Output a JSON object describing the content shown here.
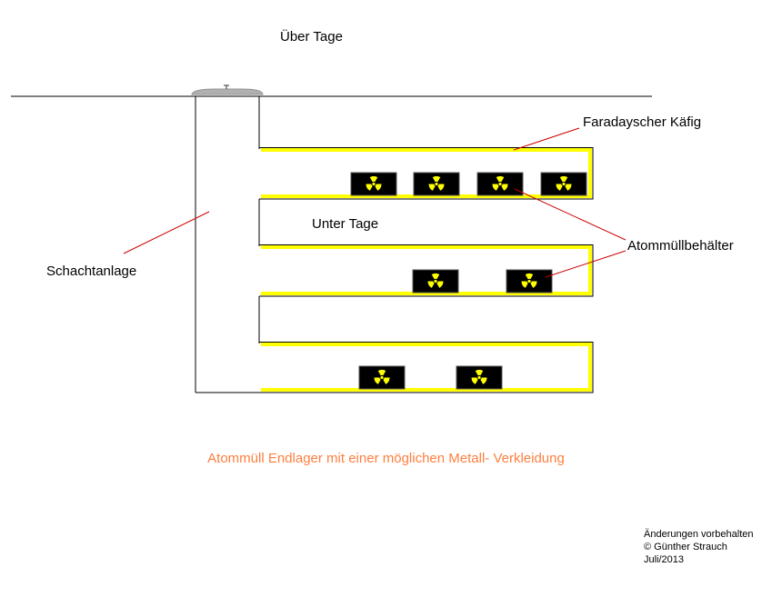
{
  "labels": {
    "surface": "Über Tage",
    "underground": "Unter Tage",
    "faraday_cage": "Faradayscher Käfig",
    "containers": "Atommüllbehälter",
    "shaft": "Schachtanlage"
  },
  "caption": "Atommüll Endlager mit einer möglichen Metall- Verkleidung",
  "credits": {
    "line1": "Änderungen vorbehalten",
    "line2": "© Günther Strauch",
    "line3": "Juli/2013"
  },
  "colors": {
    "cage": "#ffff00",
    "caption": "#ff7f3f",
    "leader_line": "#cc0000",
    "container": "#000000",
    "radiation_symbol": "#ffff00"
  },
  "containers_per_gallery": [
    4,
    2,
    2
  ],
  "icons": [
    "radiation-icon"
  ]
}
